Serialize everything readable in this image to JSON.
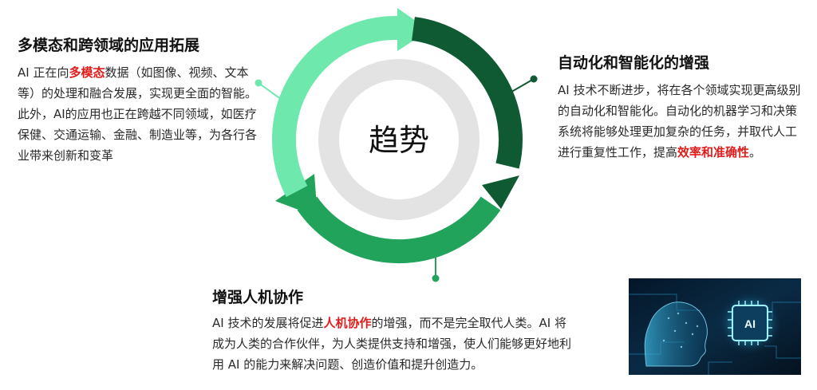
{
  "center": {
    "title": "趋势"
  },
  "sections": {
    "left": {
      "heading": "多模态和跨领域的应用拓展",
      "text_before": "AI 正在向",
      "highlight": "多模态",
      "text_after": "数据（如图像、视频、文本等）的处理和融合发展，实现更全面的智能。此外，AI的应用也正在跨越不同领域，如医疗保健、交通运输、金融、制造业等，为各行各业带来创新和变革"
    },
    "right": {
      "heading": "自动化和智能化的增强",
      "text_before": "AI 技术不断进步，将在各个领域实现更高级别的自动化和智能化。自动化的机器学习和决策系统将能够处理更加复杂的任务，并取代人工进行重复性工作，提高",
      "highlight": "效率和准确性",
      "text_after": "。"
    },
    "bottom": {
      "heading": "增强人机协作",
      "text_before": "AI 技术的发展将促进",
      "highlight": "人机协作",
      "text_after": "的增强，而不是完全取代人类。AI 将成为人类的合作伙伴，为人类提供支持和增强，使人们能够更好地利用 AI 的能力来解决问题、创造价值和提升创造力。"
    }
  },
  "image": {
    "chip_label": "AI"
  },
  "colors": {
    "light_green": "#6fe8ad",
    "dark_green": "#0f5a33",
    "mid_green": "#21a35c",
    "ring_gray": "#e3e3e3",
    "highlight_red": "#e31b1b"
  }
}
